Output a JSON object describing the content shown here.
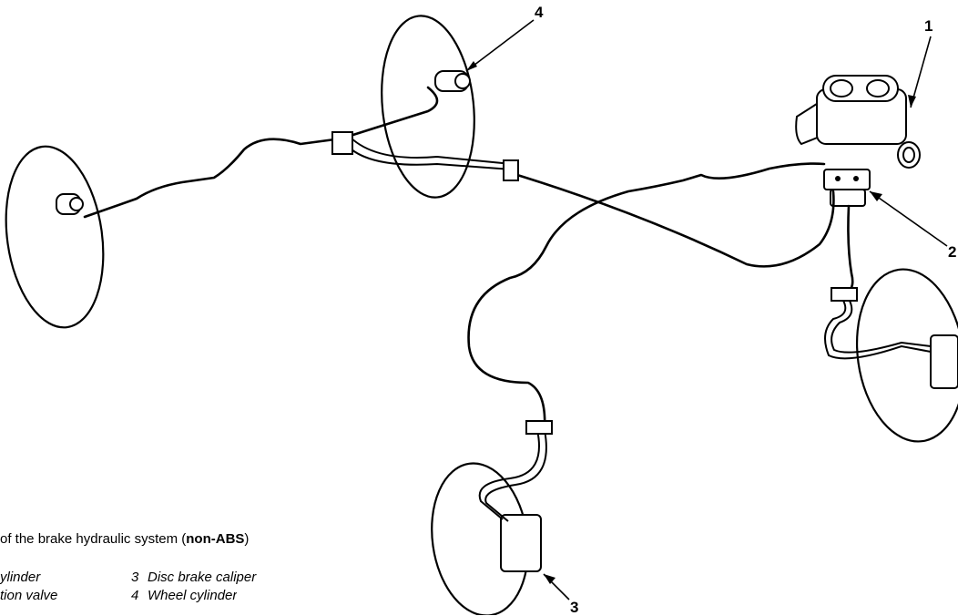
{
  "callouts": {
    "c1": "1",
    "c2": "2",
    "c3": "3",
    "c4": "4"
  },
  "caption": {
    "prefix": "of the brake hydraulic system ",
    "open": "(",
    "bold": "non-ABS",
    "close": ")"
  },
  "legend": {
    "left": [
      {
        "num": "",
        "text": "ylinder"
      },
      {
        "num": "",
        "text": "tion  valve"
      }
    ],
    "right": [
      {
        "num": "3",
        "text": "Disc brake caliper"
      },
      {
        "num": "4",
        "text": "Wheel cylinder"
      }
    ]
  }
}
